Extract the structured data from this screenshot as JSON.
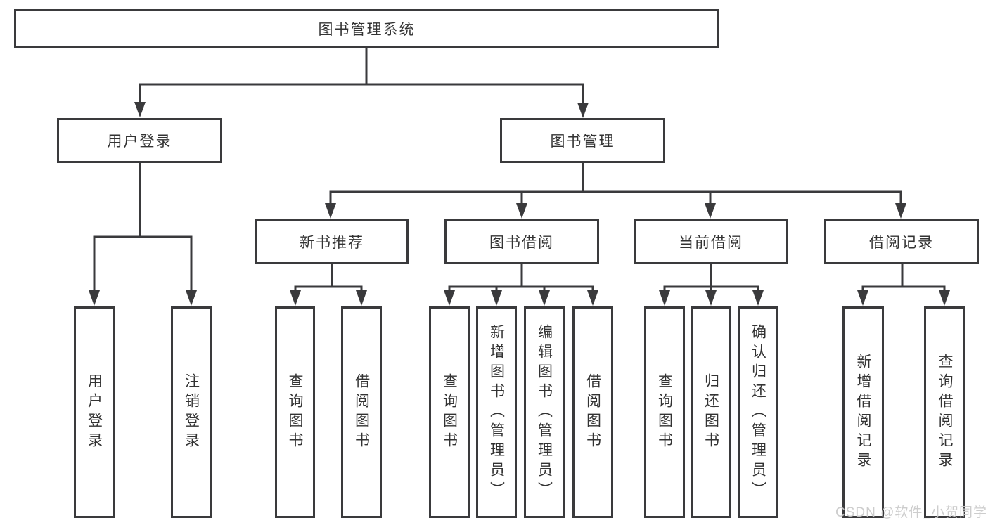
{
  "nodes": {
    "root": {
      "label": "图书管理系统"
    },
    "level2": [
      {
        "label": "用户登录"
      },
      {
        "label": "图书管理"
      }
    ],
    "level3": [
      {
        "label": "新书推荐"
      },
      {
        "label": "图书借阅"
      },
      {
        "label": "当前借阅"
      },
      {
        "label": "借阅记录"
      }
    ],
    "leaves": [
      {
        "label": "用户登录"
      },
      {
        "label": "注销登录"
      },
      {
        "label": "查询图书"
      },
      {
        "label": "借阅图书"
      },
      {
        "label": "查询图书"
      },
      {
        "label": "新增图书（管理员）"
      },
      {
        "label": "编辑图书（管理员）"
      },
      {
        "label": "借阅图书"
      },
      {
        "label": "查询图书"
      },
      {
        "label": "归还图书"
      },
      {
        "label": "确认归还（管理员）"
      },
      {
        "label": "新增借阅记录"
      },
      {
        "label": "查询借阅记录"
      }
    ]
  },
  "watermark": {
    "text": "CSDN @软件_小贺同学"
  },
  "colors": {
    "line": "#3a3a3c",
    "text": "#333333",
    "watermark": "#c9c9c9",
    "background": "#ffffff"
  }
}
